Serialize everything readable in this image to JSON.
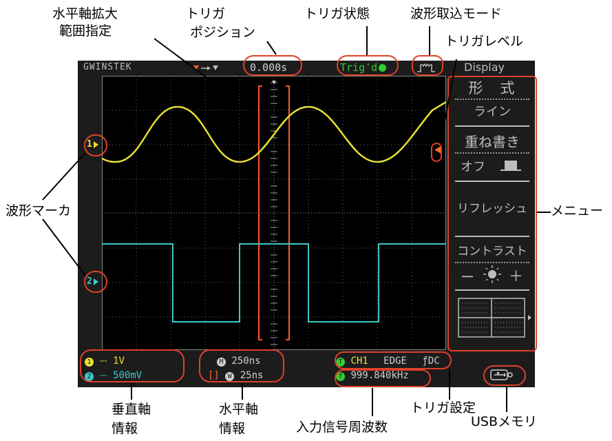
{
  "labels": {
    "horiz_zoom_l1": "水平軸拡大",
    "horiz_zoom_l2": "範囲指定",
    "trigger_pos_l1": "トリガ",
    "trigger_pos_l2": "ポジション",
    "trigger_status": "トリガ状態",
    "acq_mode": "波形取込モード",
    "trigger_level": "トリガレベル",
    "waveform_marker": "波形マーカ",
    "menu": "メニュー",
    "vertical_info_l1": "垂直軸",
    "vertical_info_l2": "情報",
    "horizontal_info_l1": "水平軸",
    "horizontal_info_l2": "情報",
    "input_freq": "入力信号周波数",
    "trigger_setting": "トリガ設定",
    "usb_memory": "USBメモリ"
  },
  "scope": {
    "brand": "GWINSTEK",
    "trigger_position": "0.000s",
    "trigger_status": "Trig'd",
    "menu_title": "Display",
    "ch1_marker": "1",
    "ch2_marker": "2",
    "menu": {
      "type_title": "形　式",
      "type_value": "ライン",
      "accumulate_title": "重ね書き",
      "accumulate_value": "オフ",
      "refresh": "リフレッシュ",
      "contrast_title": "コントラスト",
      "contrast_minus": "ー",
      "contrast_plus": "＋"
    },
    "status": {
      "ch1_num": "1",
      "ch1_scale": "1V",
      "ch2_num": "2",
      "ch2_scale": "500mV",
      "main_badge": "M",
      "main_timebase": "250ns",
      "zoom_bracket": "[]",
      "zoom_badge": "W",
      "zoom_timebase": "25ns",
      "trig_badge": "T",
      "trig_source": "CH1",
      "trig_type": "EDGE",
      "trig_slope": "ƒ",
      "trig_coupling": "DC",
      "freq_badge": "f",
      "frequency": "999.840kHz"
    }
  },
  "colors": {
    "ch1": "#e8e030",
    "ch2": "#3ec8c8",
    "callout_ring": "#e0402a",
    "screen_bg": "#1c1c1c",
    "trigger_green": "#2fd02f",
    "marker_orange": "#ff6a2a"
  },
  "icons": [
    "trigger-arrow-icon",
    "trigger-dot-icon",
    "acquire-mode-icon",
    "accumulate-off-icon",
    "contrast-sun-icon",
    "grid-icon",
    "usb-icon"
  ]
}
